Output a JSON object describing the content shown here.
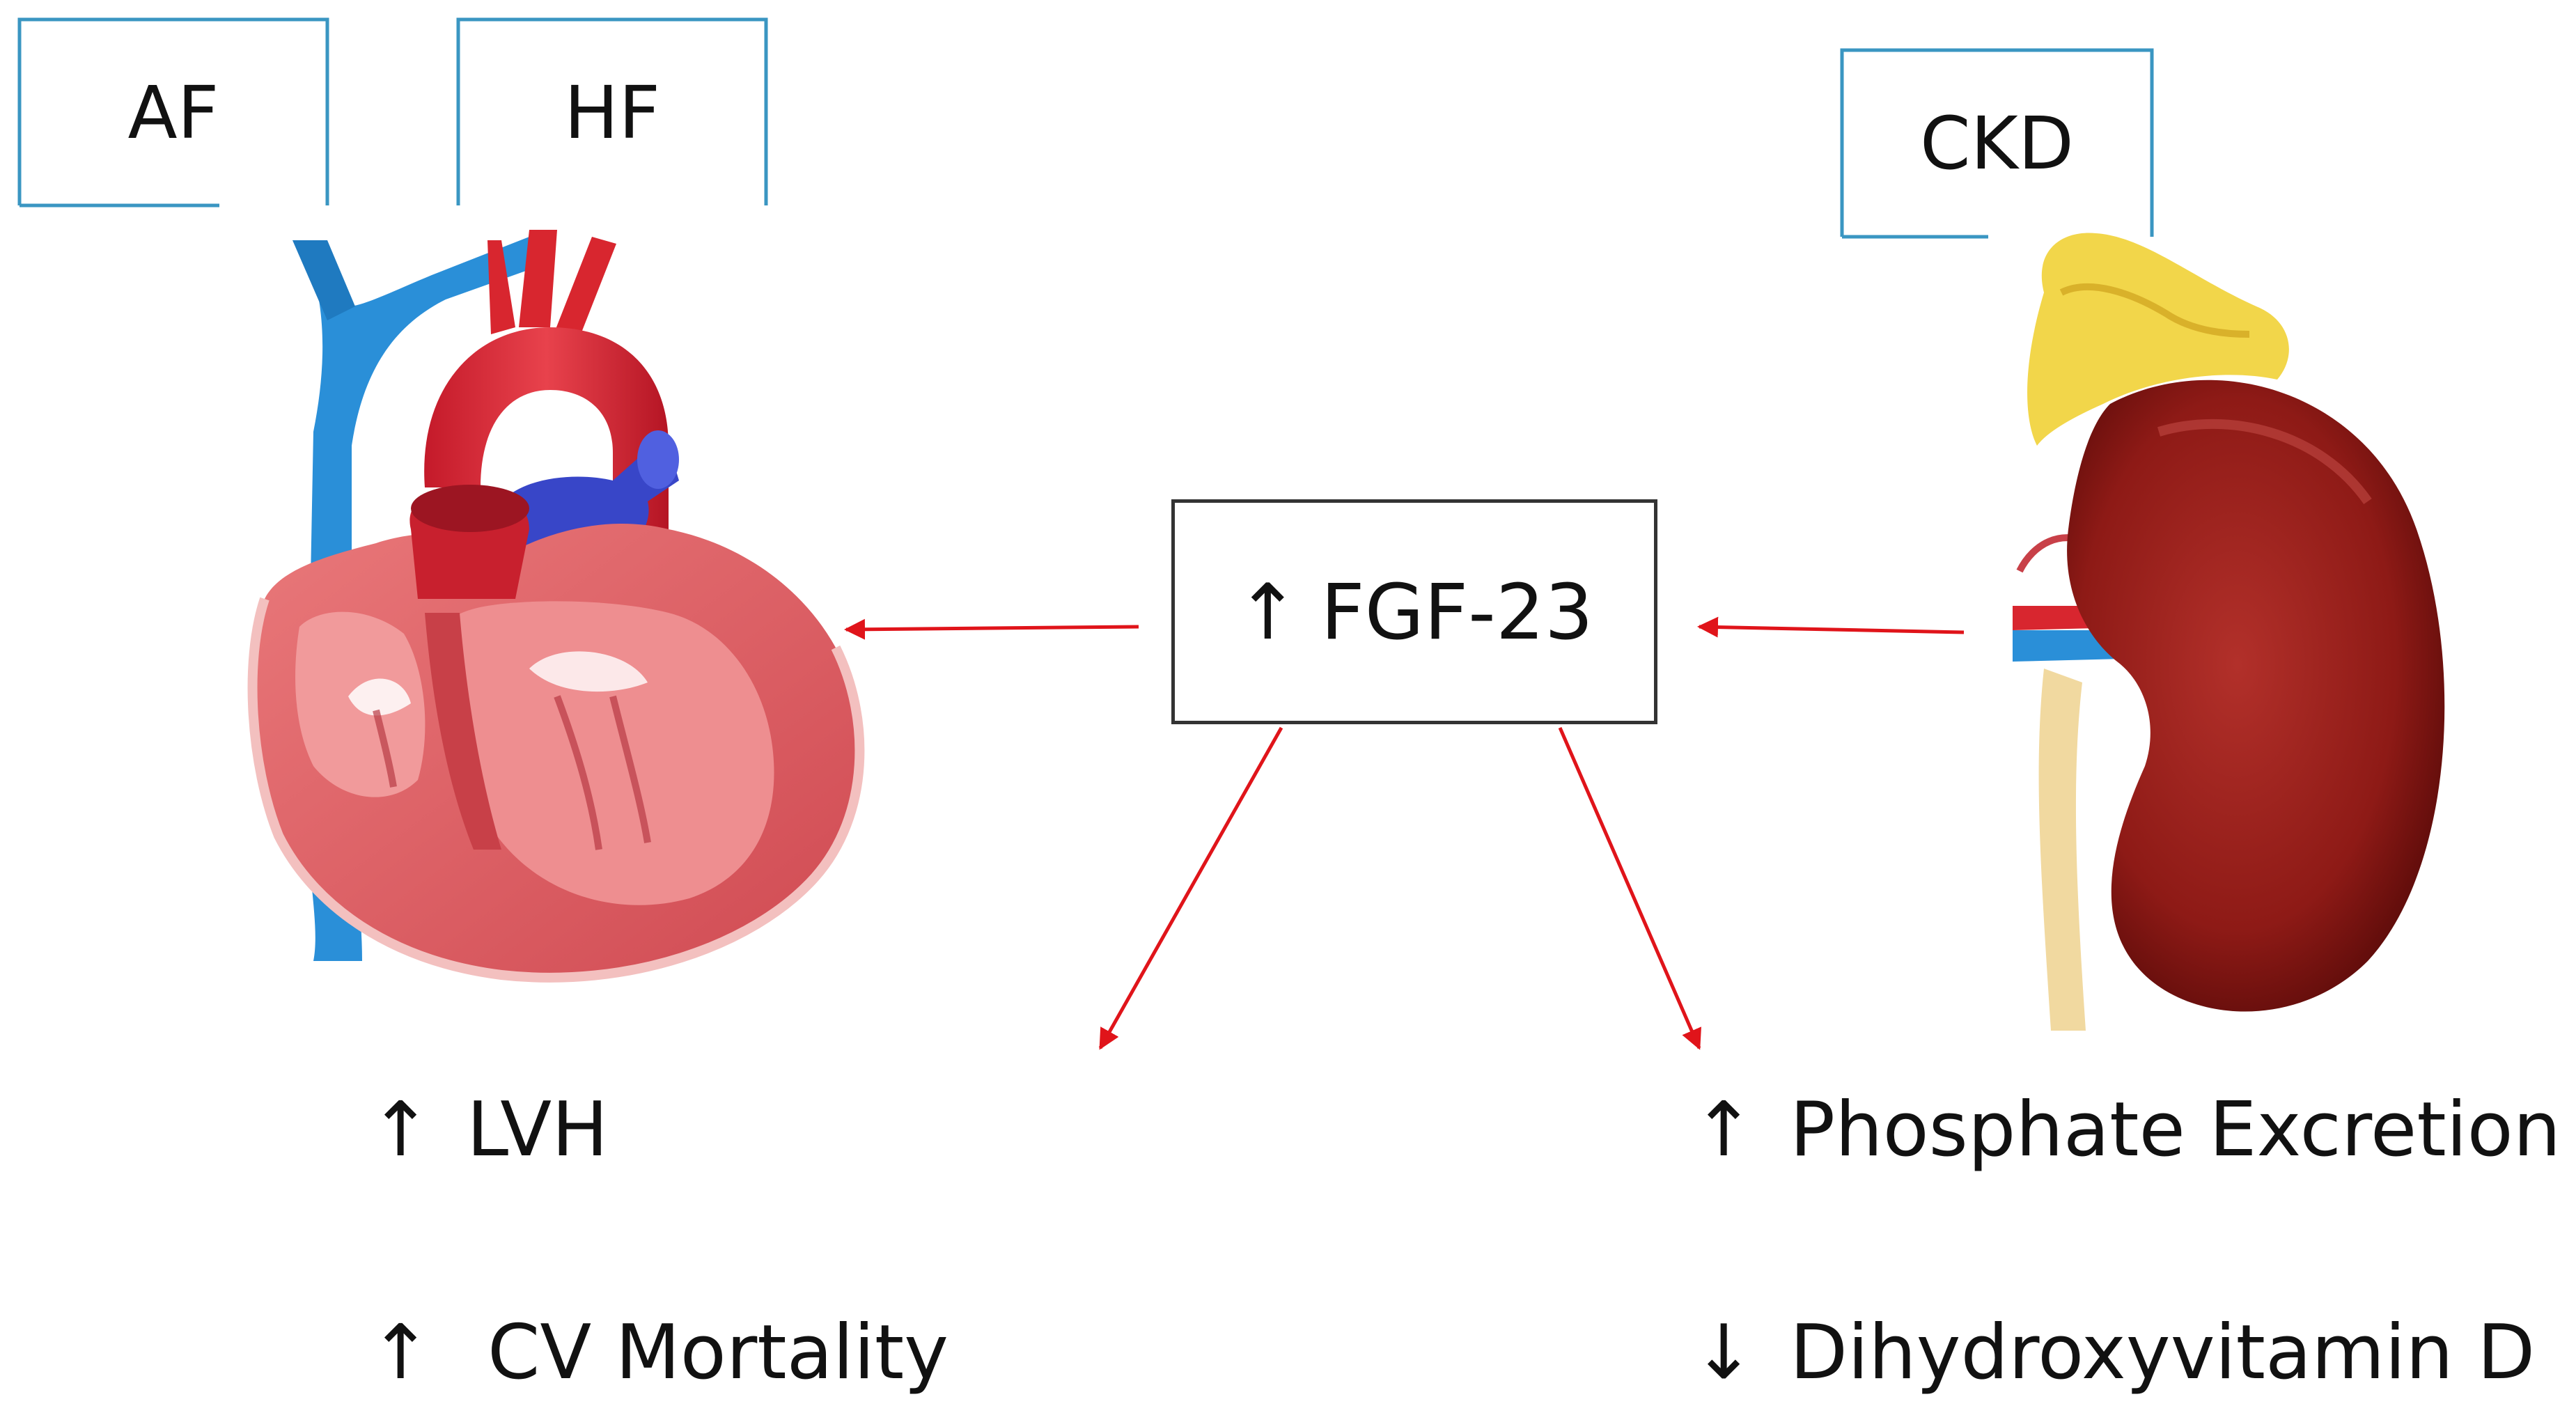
{
  "conditions": {
    "af": "AF",
    "hf": "HF",
    "ckd": "CKD"
  },
  "center": {
    "arrow": "↑",
    "label": "FGF-23"
  },
  "cardiac_effects": [
    {
      "arrow": "↑",
      "label": "LVH"
    },
    {
      "arrow": "↑",
      "label": "CV Mortality"
    }
  ],
  "renal_effects": [
    {
      "arrow": "↑",
      "label": "Phosphate Excretion"
    },
    {
      "arrow": "↓",
      "label": "Dihydroxyvitamin D"
    }
  ],
  "colors": {
    "box_border": "#3a96c2",
    "arrow": "#e0141a",
    "heart_muscle": "#e05a5f",
    "vein": "#2a8fd8",
    "kidney": "#8e1a16",
    "fat": "#f2d64a"
  },
  "icons": [
    "heart-illustration",
    "kidney-illustration"
  ]
}
